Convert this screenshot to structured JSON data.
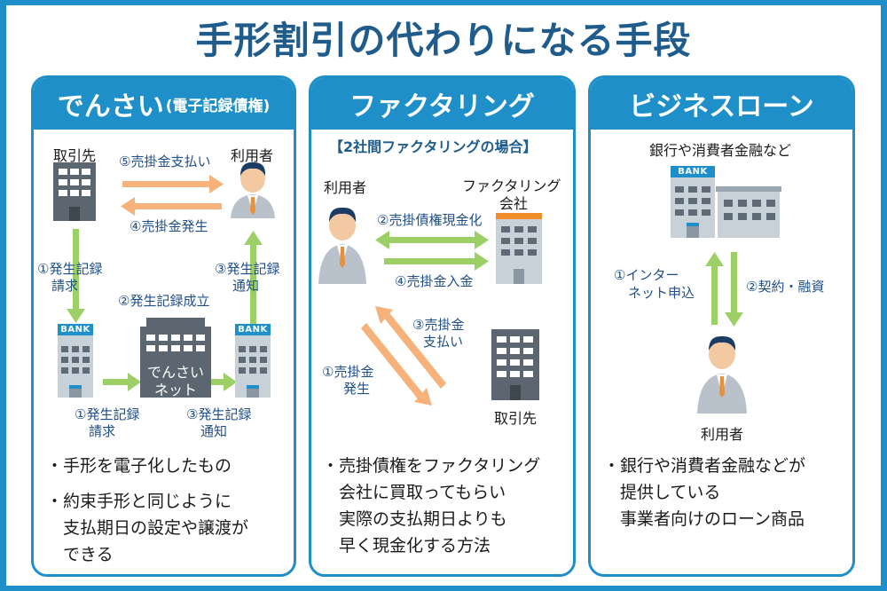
{
  "title": "手形割引の代わりになる手段",
  "panels": {
    "densai": {
      "header_main": "でんさい",
      "header_sub": "(電子記録債権)",
      "client": "取引先",
      "user": "利用者",
      "arrow_top": "⑤売掛金支払い",
      "arrow_top2": "④売掛金発生",
      "left_down_1": "①発生記録",
      "left_down_2": "請求",
      "right_up_1": "③発生記録",
      "right_up_2": "通知",
      "center_label": "②発生記録成立",
      "net_1": "でんさい",
      "net_2": "ネット",
      "bank_tag": "BANK",
      "bottom_left_1": "①発生記録",
      "bottom_left_2": "請求",
      "bottom_right_1": "③発生記録",
      "bottom_right_2": "通知",
      "bullets": [
        "・手形を電子化したもの",
        "・約束手形と同じように",
        "　支払期日の設定や譲渡が",
        "　できる"
      ]
    },
    "factoring": {
      "header": "ファクタリング",
      "subtitle": "【2社間ファクタリングの場合】",
      "user": "利用者",
      "company_1": "ファクタリング",
      "company_2": "会社",
      "arrow_1": "②売掛債権現金化",
      "arrow_2": "④売掛金入金",
      "diag_1a": "③売掛金",
      "diag_1b": "支払い",
      "diag_2a": "①売掛金",
      "diag_2b": "発生",
      "client": "取引先",
      "bullets": [
        "・売掛債権をファクタリング",
        "　会社に買取ってもらい",
        "　実際の支払期日よりも",
        "　早く現金化する方法"
      ]
    },
    "loan": {
      "header": "ビジネスローン",
      "lender": "銀行や消費者金融など",
      "bank_tag": "BANK",
      "up_1": "①インター",
      "up_2": "ネット申込",
      "down": "②契約・融資",
      "user": "利用者",
      "bullets": [
        "・銀行や消費者金融などが",
        "　提供している",
        "　事業者向けのローン商品"
      ]
    }
  },
  "colors": {
    "accent_blue": "#1e8fc8",
    "title_navy": "#1f5c8c",
    "green_arrow": "#9ccf66",
    "orange_arrow": "#f6b27a"
  }
}
